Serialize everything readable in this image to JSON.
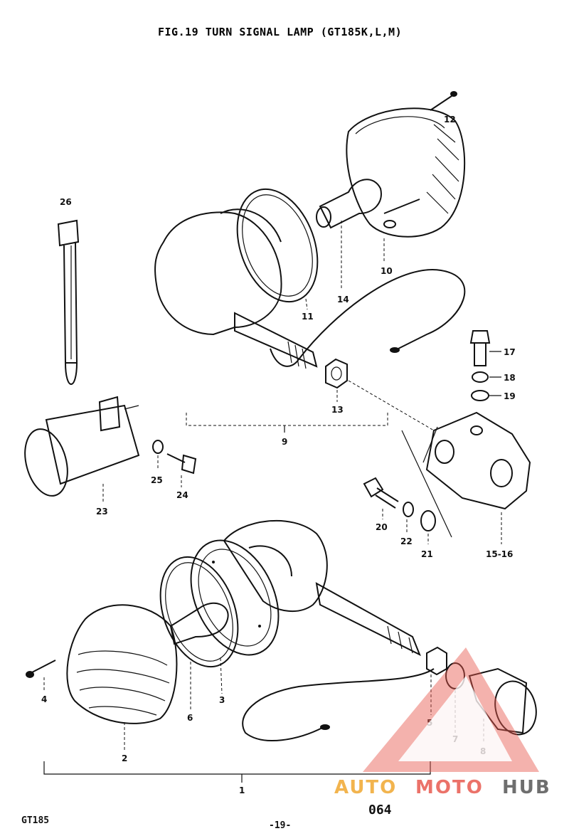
{
  "title": "FIG.19  TURN SIGNAL LAMP (GT185K,L,M)",
  "callouts": {
    "p1": "1",
    "p2": "2",
    "p3": "3",
    "p4": "4",
    "p5": "5",
    "p6": "6",
    "p7": "7",
    "p8": "8",
    "p9": "9",
    "p10": "10",
    "p11": "11",
    "p12": "12",
    "p13": "13",
    "p14": "14",
    "p15_16": "15-16",
    "p17": "17",
    "p18": "18",
    "p19": "19",
    "p20": "20",
    "p21": "21",
    "p22": "22",
    "p23": "23",
    "p24": "24",
    "p25": "25",
    "p26": "26"
  },
  "footer": {
    "model": "GT185",
    "page": "-19-",
    "plate_no": "064"
  },
  "watermark": {
    "text_auto": "AUTO",
    "text_moto": "MOTO",
    "text_hub": "HUB",
    "color_red": "#e85a4f",
    "color_orange": "#f0a830",
    "color_gray": "#555555"
  }
}
